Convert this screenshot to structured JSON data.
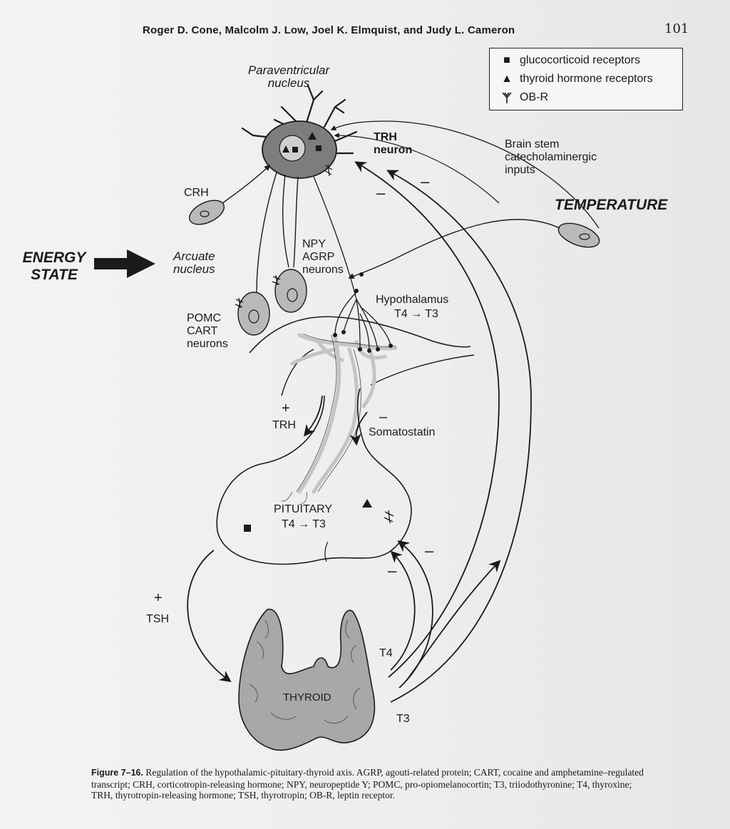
{
  "header": {
    "authors": "Roger D. Cone, Malcolm J. Low, Joel K. Elmquist, and Judy L. Cameron",
    "page_number": "101"
  },
  "legend": {
    "items": [
      {
        "symbol": "square",
        "label": "glucocorticoid receptors"
      },
      {
        "symbol": "triangle",
        "label": "thyroid hormone receptors"
      },
      {
        "symbol": "ob-r",
        "label": "OB-R"
      }
    ]
  },
  "diagram": {
    "pvn_line1": "Paraventricular",
    "pvn_line2": "nucleus",
    "trh_line1": "TRH",
    "trh_line2": "neuron",
    "brainstem_line1": "Brain stem",
    "brainstem_line2": "catecholaminergic",
    "brainstem_line3": "inputs",
    "temperature": "TEMPERATURE",
    "crh": "CRH",
    "energy_line1": "ENERGY",
    "energy_line2": "STATE",
    "arcuate_line1": "Arcuate",
    "arcuate_line2": "nucleus",
    "npy_line1": "NPY",
    "npy_line2": "AGRP",
    "npy_line3": "neurons",
    "pomc_line1": "POMC",
    "pomc_line2": "CART",
    "pomc_line3": "neurons",
    "hypothalamus": "Hypothalamus",
    "hypo_conv": "T4 → T3",
    "trh_plus": "+",
    "trh_label": "TRH",
    "somato_minus": "–",
    "somatostatin": "Somatostatin",
    "pituitary": "PITUITARY",
    "pit_conv": "T4 → T3",
    "tsh_plus": "+",
    "tsh_label": "TSH",
    "thyroid": "THYROID",
    "t4": "T4",
    "t3": "T3",
    "minus": "–"
  },
  "caption": {
    "figure_label": "Figure 7–16.",
    "text": "Regulation of the hypothalamic-pituitary-thyroid axis. AGRP, agouti-related protein; CART, cocaine and amphetamine–regulated transcript; CRH, corticotropin-releasing hormone; NPY, neuropeptide Y; POMC, pro-opiomelanocortin; T3, triiodothyronine; T4, thyroxine; TRH, thyrotropin-releasing hormone; TSH, thyrotropin; OB-R, leptin receptor."
  },
  "colors": {
    "neuron_fill": "#7d7d7d",
    "cell_fill": "#b9b9b9",
    "thyroid_fill": "#a8a8a8",
    "ink": "#1a1a1a"
  }
}
